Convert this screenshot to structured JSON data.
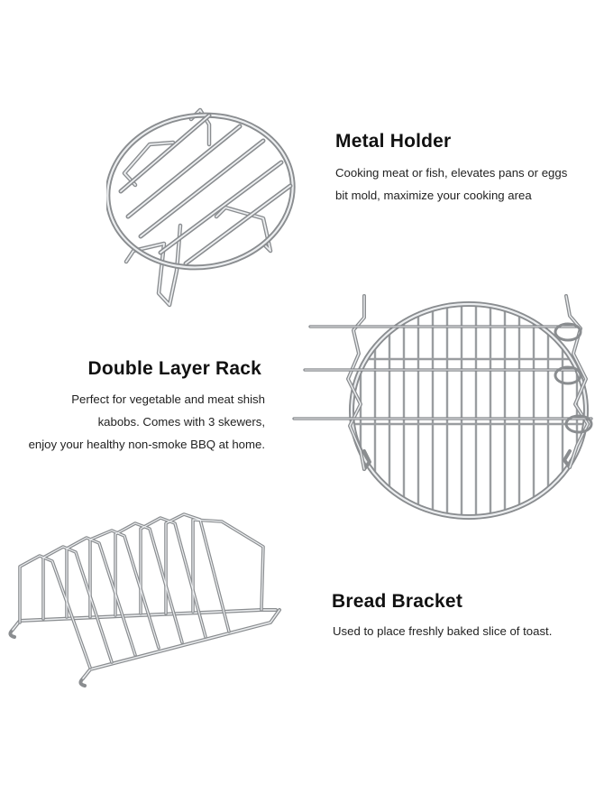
{
  "products": [
    {
      "title": "Metal Holder",
      "description_lines": [
        "Cooking meat or fish, elevates pans or eggs",
        "bit mold, maximize your cooking area"
      ],
      "illustration": "round-wire-rack-with-legs"
    },
    {
      "title": "Double Layer Rack",
      "description_lines": [
        "Perfect for vegetable and meat shish",
        "kabobs. Comes with 3 skewers,",
        "enjoy your healthy non-smoke BBQ at home."
      ],
      "illustration": "round-grid-rack-with-skewers"
    },
    {
      "title": "Bread Bracket",
      "description_lines": [
        "Used to place freshly baked slice of toast."
      ],
      "illustration": "toast-rack"
    }
  ],
  "colors": {
    "metal_dark": "#8a8d90",
    "metal_light": "#e9eaec",
    "text": "#1a1a1a"
  }
}
